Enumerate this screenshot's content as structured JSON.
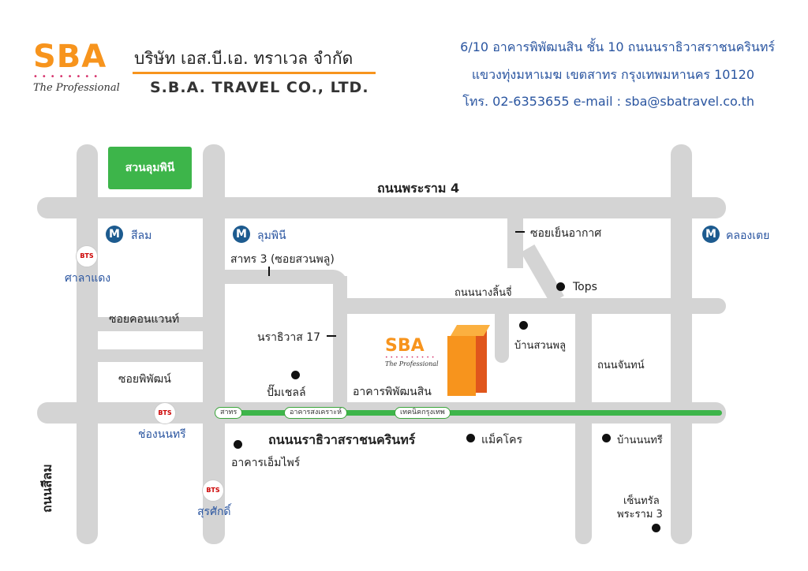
{
  "header": {
    "logo": "SBA",
    "logo_tagline": "The Professional",
    "company_th": "บริษัท เอส.บี.เอ. ทราเวล จำกัด",
    "company_en": "S.B.A. TRAVEL CO., LTD.",
    "address_line1": "6/10 อาคารพิพัฒนสิน ชั้น 10 ถนนนราธิวาสราชนครินทร์",
    "address_line2": "แขวงทุ่งมหาเมฆ เขตสาทร กรุงเทพมหานคร 10120",
    "address_line3": "โทร. 02-6353655 e-mail : sba@sbatravel.co.th"
  },
  "map": {
    "park": "สวนลุมพินี",
    "rama4": "ถนนพระราม 4",
    "mrt_icon": "M",
    "mrt": [
      "สีลม",
      "ลุมพินี",
      "คลองเตย"
    ],
    "bts": [
      "ศาลาแดง",
      "ช่องนนทรี",
      "สุรศักดิ์"
    ],
    "bts_icon": "BTS",
    "sathorn3": "สาทร 3 (ซอยสวนพลู)",
    "soi_yen_akat": "ซอยเย็นอากาศ",
    "nang_linchi": "ถนนนางลิ้นจี่",
    "tops": "Tops",
    "soi_convent": "ซอยคอนแวนท์",
    "narathiwat17": "นราธิวาส 17",
    "baan_suan_phlu": "บ้านสวนพลู",
    "chan_road": "ถนนจันทน์",
    "soi_phiphat": "ซอยพิพัฒน์",
    "pump_shell": "ปั๊มเชลล์",
    "building": "อาคารพิพัฒนสิน",
    "sba_logo": "SBA",
    "sba_tagline": "The Professional",
    "brt": [
      "สาทร",
      "อาคารสงเคราะห์",
      "เทคนิคกรุงเทพ"
    ],
    "narathiwat_road": "ถนนนราธิวาสราชนครินทร์",
    "makro": "แม็คโคร",
    "baan_nonsi": "บ้านนนทรี",
    "empire": "อาคารเอ็มไพร์",
    "silom_road": "ถนนสีลม",
    "central": "เซ็นทรัล",
    "central2": "พระราม 3"
  },
  "colors": {
    "orange": "#f7941d",
    "green": "#3db54a",
    "blue": "#2a55a0",
    "road": "#d4d4d4"
  }
}
